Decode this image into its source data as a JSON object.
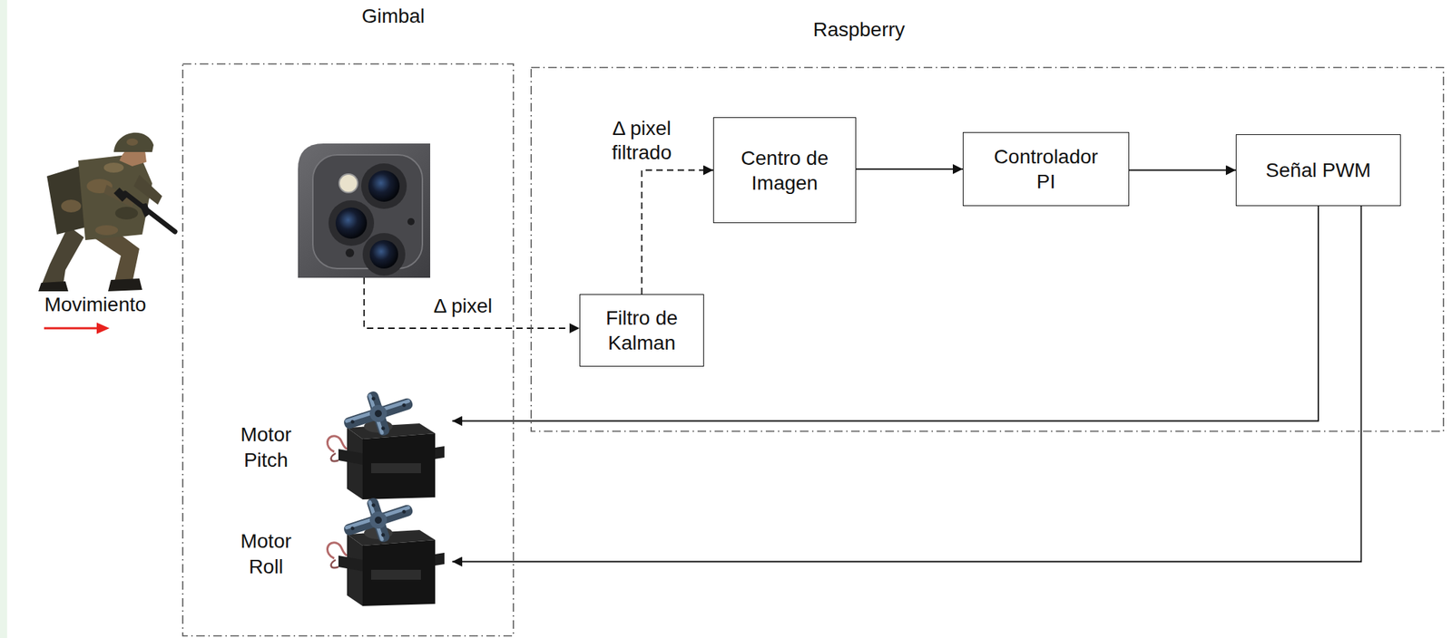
{
  "diagram": {
    "nodes": [
      {
        "text": [
          "Gimbal"
        ]
      },
      {
        "text": [
          "Motor Pitch"
        ],
        "in": 0
      },
      {
        "text": [
          "Motor Roll"
        ],
        "in": 0
      },
      {
        "text": [
          "Raspberry"
        ]
      },
      {
        "text": [
          "Filtro de Kalman"
        ],
        "in": 3
      },
      {
        "text": [
          "Centro de Imagen"
        ],
        "in": 3
      },
      {
        "text": [
          "Controlador PI"
        ],
        "in": 3
      },
      {
        "text": [
          "Señal PWM"
        ],
        "in": 3
      }
    ],
    "edges": [
      {
        "from": 4,
        "to": 5,
        "label": "Δ pixel filtrado",
        "arrow": "to"
      },
      {
        "from": 5,
        "to": 6,
        "arrow": "to"
      },
      {
        "from": 6,
        "to": 7,
        "arrow": "to"
      },
      {
        "from": 7,
        "to": 1,
        "arrow": "to"
      },
      {
        "from": 7,
        "to": 2,
        "arrow": "to"
      }
    ],
    "labels": [
      "Δ pixel",
      "Movimiento"
    ]
  }
}
